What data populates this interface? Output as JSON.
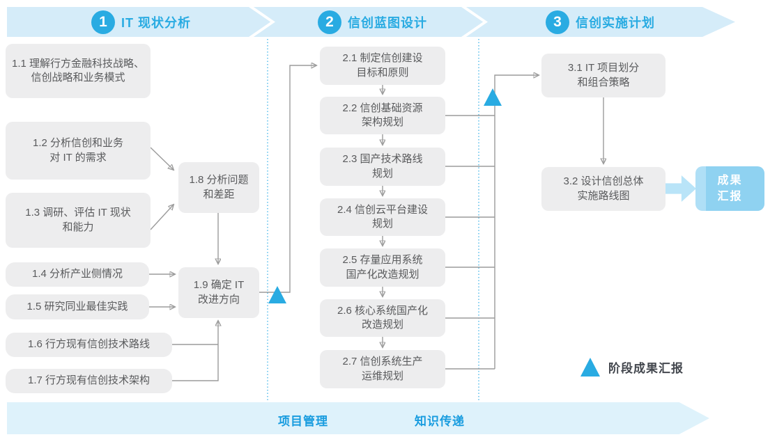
{
  "colors": {
    "accent_blue": "#29abe2",
    "banner_bg": "#d5ecf9",
    "footer_banner_bg": "#def2fb",
    "box_bg": "#ededee",
    "box_text": "#595a5c",
    "connector": "#9b9b9b",
    "result_box_bg": "#8fd2f1",
    "footer_text": "#189cdf"
  },
  "header": {
    "phases": [
      {
        "number": "1",
        "title": "IT 现状分析"
      },
      {
        "number": "2",
        "title": "信创蓝图设计"
      },
      {
        "number": "3",
        "title": "信创实施计划"
      }
    ]
  },
  "phase1": {
    "b1_1": "1.1 理解行方金融科技战略、\n信创战略和业务模式",
    "b1_2": "1.2 分析信创和业务\n对 IT 的需求",
    "b1_3": "1.3 调研、评估 IT 现状\n和能力",
    "b1_4": "1.4 分析产业侧情况",
    "b1_5": "1.5 研究同业最佳实践",
    "b1_6": "1.6 行方现有信创技术路线",
    "b1_7": "1.7 行方现有信创技术架构",
    "b1_8": "1.8 分析问题\n和差距",
    "b1_9": "1.9 确定 IT\n改进方向"
  },
  "phase2": {
    "b2_1": "2.1 制定信创建设\n目标和原则",
    "b2_2": "2.2 信创基础资源\n架构规划",
    "b2_3": "2.3 国产技术路线\n规划",
    "b2_4": "2.4 信创云平台建设\n规划",
    "b2_5": "2.5 存量应用系统\n国产化改造规划",
    "b2_6": "2.6 核心系统国产化\n改造规划",
    "b2_7": "2.7 信创系统生产\n运维规划"
  },
  "phase3": {
    "b3_1": "3.1 IT 项目划分\n和组合策略",
    "b3_2": "3.2 设计信创总体\n实施路线图",
    "result": "成果\n汇报"
  },
  "legend": {
    "milestone_label": "阶段成果汇报"
  },
  "footer": {
    "left_label": "项目管理",
    "right_label": "知识传递"
  }
}
